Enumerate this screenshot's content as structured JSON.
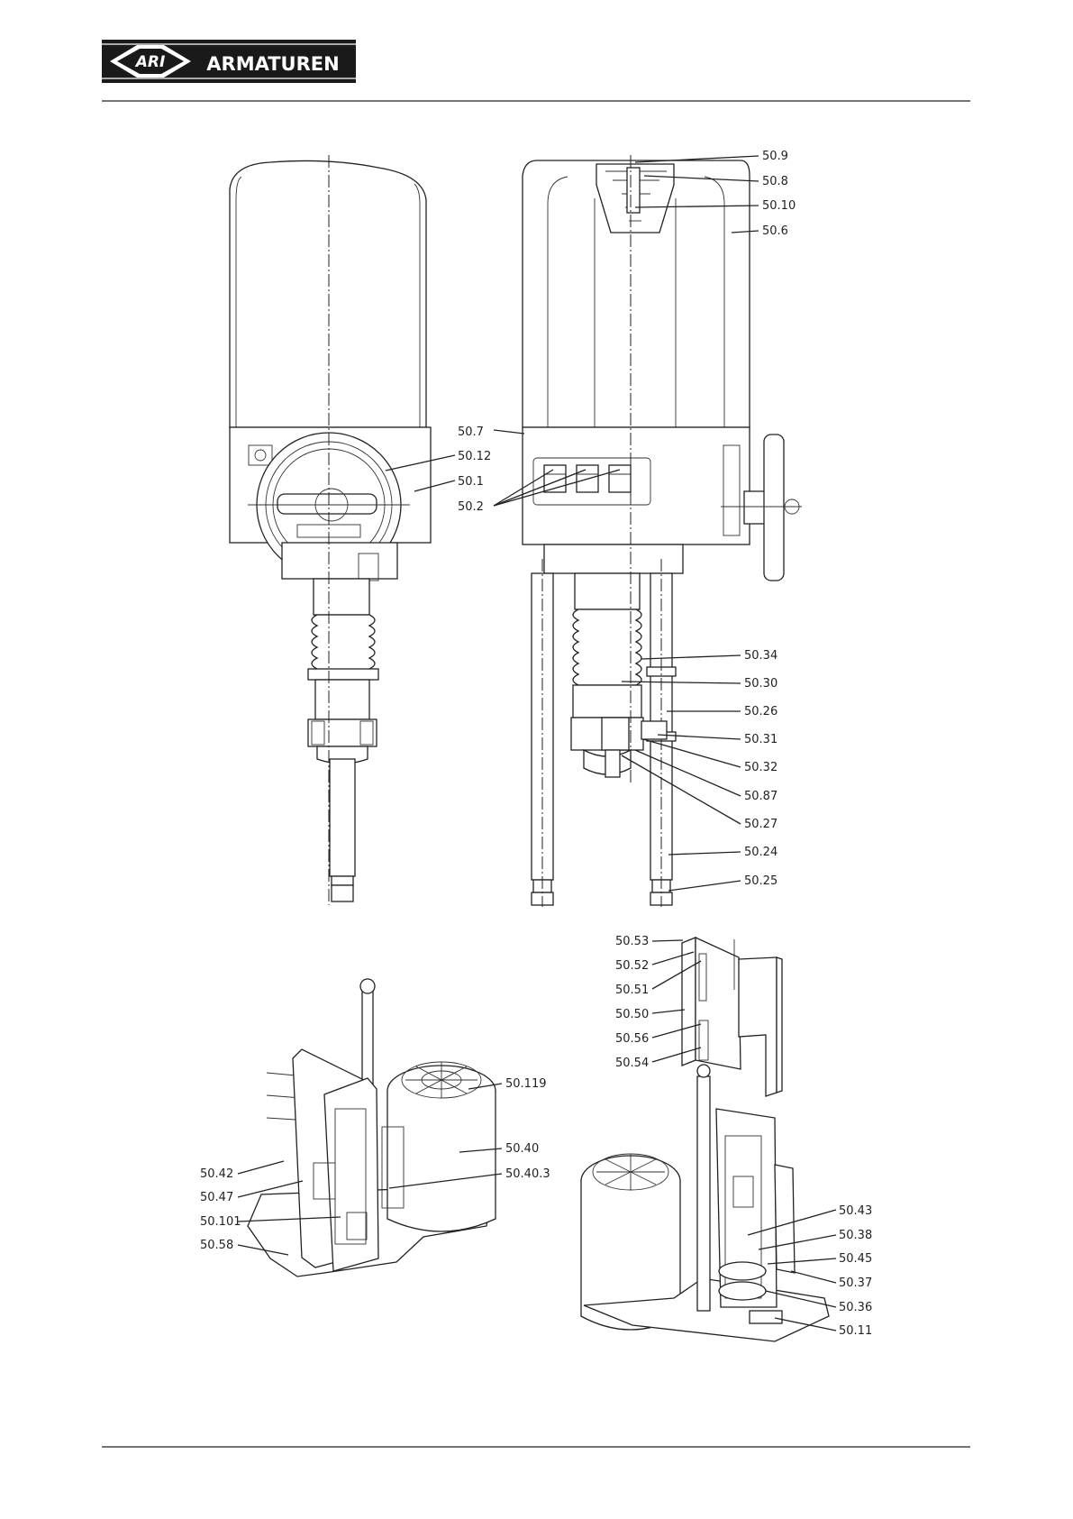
{
  "header": {
    "logo_mark": "ARI",
    "logo_text": "ARMATUREN"
  },
  "labels": {
    "top_right": [
      "50.9",
      "50.8",
      "50.10",
      "50.6",
      "50.7",
      "50.12",
      "50.1",
      "50.2"
    ],
    "right_column": [
      "50.34",
      "50.30",
      "50.26",
      "50.31",
      "50.32",
      "50.87",
      "50.27",
      "50.24",
      "50.25"
    ],
    "exploded_top": [
      "50.53",
      "50.52",
      "50.51",
      "50.50",
      "50.56",
      "50.54"
    ],
    "bottom_left": [
      "50.119",
      "50.40",
      "50.40.3",
      "50.42",
      "50.47",
      "50.101",
      "50.58"
    ],
    "bottom_right": [
      "50.43",
      "50.38",
      "50.45",
      "50.37",
      "50.36",
      "50.11"
    ]
  },
  "colors": {
    "ink": "#222222",
    "background": "#ffffff"
  }
}
